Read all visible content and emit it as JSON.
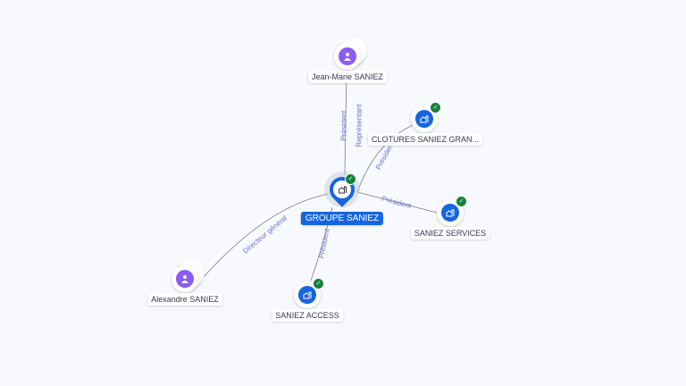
{
  "nodes": {
    "main": {
      "label": "GROUPE SANIEZ",
      "type": "company",
      "icon": "building-icon"
    },
    "jean_marie": {
      "label": "Jean-Marie SANIEZ",
      "type": "person",
      "icon": "person-icon"
    },
    "alexandre": {
      "label": "Alexandre SANIEZ",
      "type": "person",
      "icon": "person-icon"
    },
    "clotures": {
      "label": "CLOTURES SANIEZ GRAN...",
      "type": "company",
      "verified": true
    },
    "services": {
      "label": "SANIEZ SERVICES",
      "type": "company",
      "verified": true
    },
    "access": {
      "label": "SANIEZ ACCESS",
      "type": "company",
      "verified": true
    }
  },
  "edges": {
    "jean_marie_1": "Président",
    "jean_marie_2": "Représentant",
    "clotures": "Président",
    "services": "Président",
    "access": "Président",
    "alexandre": "Directeur général"
  },
  "colors": {
    "accent": "#1565e0",
    "person": "#8b5cf6",
    "verified": "#17803d",
    "edge_label": "#6d6fd8"
  }
}
